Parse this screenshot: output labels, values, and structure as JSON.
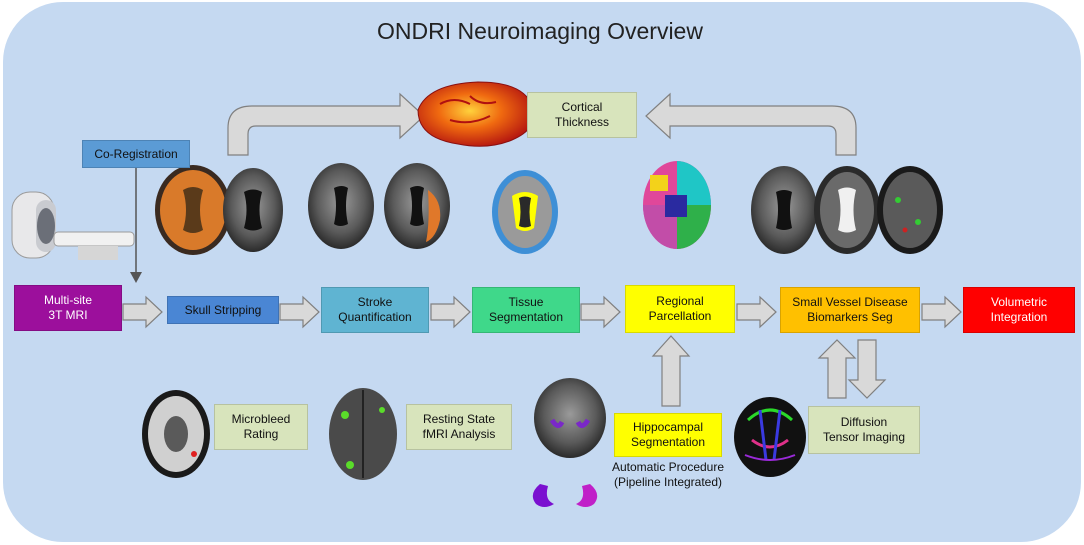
{
  "title": "ONDRI Neuroimaging Overview",
  "boxes": {
    "co_registration": "Co-Registration",
    "multi_site_mri": "Multi-site\n3T MRI",
    "skull_stripping": "Skull Stripping",
    "stroke_quantification": "Stroke\nQuantification",
    "tissue_segmentation": "Tissue\nSegmentation",
    "regional_parcellation": "Regional\nParcellation",
    "svd_biomarkers": "Small Vessel Disease\nBiomarkers Seg",
    "volumetric_integration": "Volumetric\nIntegration",
    "cortical_thickness": "Cortical\nThickness",
    "microbleed_rating": "Microbleed\nRating",
    "resting_state_fmri": "Resting State\nfMRI Analysis",
    "hippocampal_segmentation": "Hippocampal\nSegmentation",
    "diffusion_tensor_imaging": "Diffusion\nTensor Imaging"
  },
  "automatic_procedure": "Automatic Procedure\n(Pipeline Integrated)",
  "colors": {
    "background": "#c5d9f1",
    "co_registration": "#5b9bd5",
    "multi_site_mri": "#9c0f9c",
    "skull_stripping": "#4a86d4",
    "stroke_quantification": "#5fb4d2",
    "tissue_segmentation": "#3fd88a",
    "regional_parcellation": "#ffff00",
    "svd_biomarkers": "#ffc000",
    "volumetric_integration": "#ff0000",
    "analysis_boxes": "#d8e4bc",
    "arrow_fill": "#d9d9d9",
    "arrow_stroke": "#808080"
  },
  "icons": [
    "mri-scanner-icon",
    "brain-axial-slice-icon",
    "cortical-thickness-brain-icon",
    "hippocampus-icon",
    "tractography-brain-icon"
  ]
}
